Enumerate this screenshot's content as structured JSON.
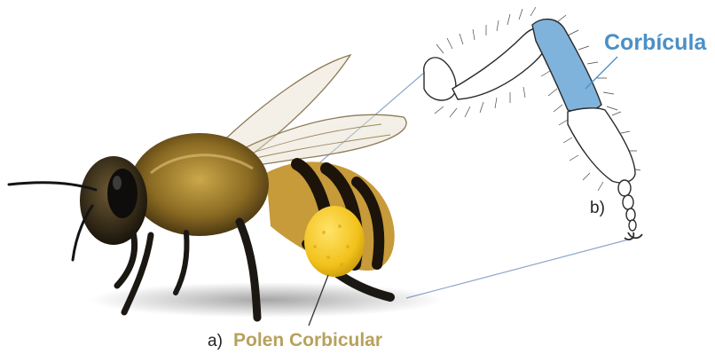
{
  "labels": {
    "a_marker": "a)",
    "a_caption": "Polen Corbicular",
    "b_marker": "b)",
    "b_caption": "Corbícula"
  },
  "colors": {
    "pollen_caption": "#b7a15c",
    "corbicula_caption": "#4a90c8",
    "corbicula_fill": "#7fb3dc",
    "pollen_load": "#f2c21b",
    "connector_line": "#8ea7c9"
  },
  "icons": {
    "bee": "honeybee-photo",
    "leg": "hind-leg-drawing"
  }
}
